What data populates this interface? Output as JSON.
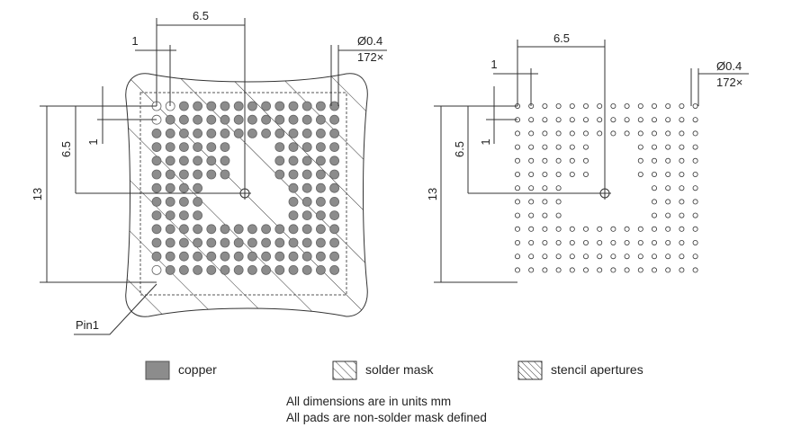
{
  "left_view": {
    "pitch_label": "6.5",
    "pad_pitch_label": "1",
    "row_pitch_label": "1",
    "half_height_label": "6.5",
    "height_label": "13",
    "pad_diameter_label": "Ø0.4",
    "pad_count_label": "172×",
    "pin1_label": "Pin1"
  },
  "right_view": {
    "pitch_label": "6.5",
    "pad_pitch_label": "1",
    "row_pitch_label": "1",
    "half_height_label": "6.5",
    "height_label": "13",
    "pad_diameter_label": "Ø0.4",
    "pad_count_label": "172×"
  },
  "legend": {
    "copper": "copper",
    "solder_mask": "solder mask",
    "stencil": "stencil apertures"
  },
  "notes": {
    "line1": "All dimensions are in units mm",
    "line2": "All pads are non-solder mask defined"
  },
  "colors": {
    "copper": "#8c8c8c",
    "outline": "#333333"
  }
}
